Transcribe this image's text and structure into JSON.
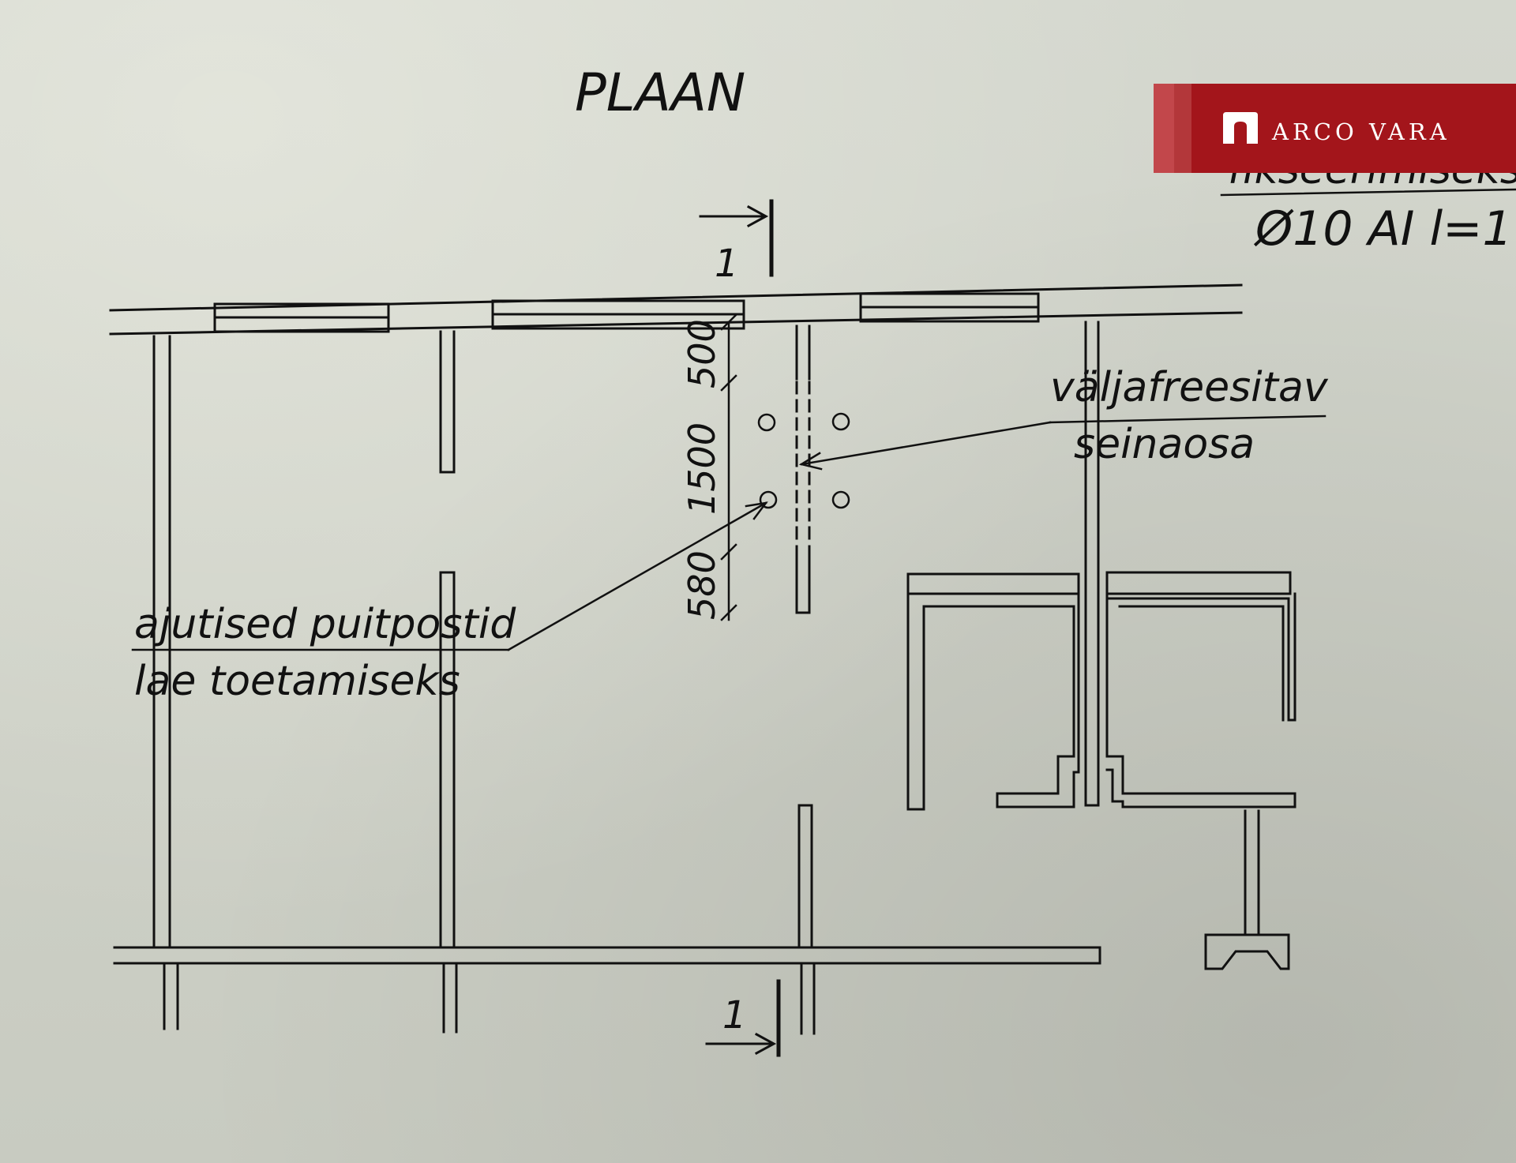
{
  "title": "PLAAN",
  "section_marker": "1",
  "dimensions": [
    "500",
    "1500",
    "580"
  ],
  "annotations": {
    "wall_cut": [
      "väljafreesitav",
      "seinaosa"
    ],
    "posts": [
      "ajutised puitpostid",
      "lae toetamiseks"
    ],
    "rebar_top": "fiksеerimiseks",
    "rebar_bottom": "Ø10 AI l=1"
  },
  "logo": {
    "text": "ARCO VARA",
    "color": "#a3151b"
  }
}
